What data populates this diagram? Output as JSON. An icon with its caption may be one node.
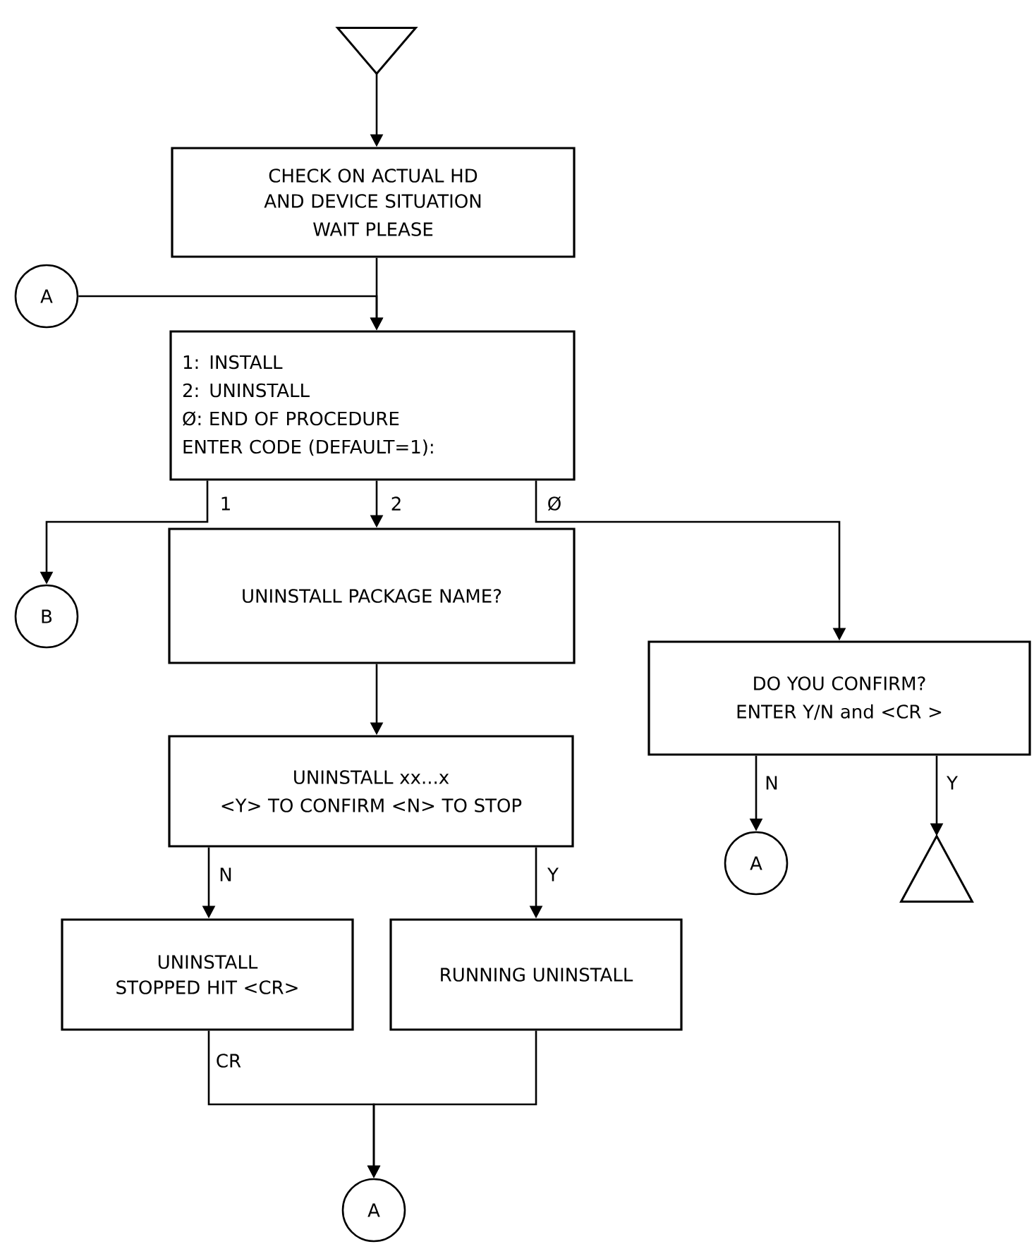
{
  "diagram": {
    "nodes": [
      {
        "text": [],
        "shape": "triangle"
      },
      {
        "text": [
          "CHECK ON ACTUAL HD AND DEVICE SITUATION",
          "WAIT PLEASE"
        ]
      },
      {
        "text": [
          "A"
        ]
      },
      {
        "text": [
          "1: INSTALL",
          "2: UNINSTALL",
          "Ø: END OF PROCEDURE",
          "ENTER CODE (DEFAULT=1):"
        ]
      },
      {
        "text": [
          "B"
        ]
      },
      {
        "text": [
          "UNINSTALL PACKAGE NAME?"
        ]
      },
      {
        "text": [
          "DO YOU CONFIRM?",
          "ENTER Y/N and <CR >"
        ]
      },
      {
        "text": [
          "UNINSTALL xx...x",
          "<Y> TO CONFIRM <N> TO STOP"
        ]
      },
      {
        "text": [
          "A"
        ]
      },
      {
        "text": [],
        "shape": "triangle"
      },
      {
        "text": [
          "UNINSTALL STOPPED HIT <CR>"
        ]
      },
      {
        "text": [
          "RUNNING UNINSTALL"
        ]
      },
      {
        "text": [
          "A"
        ]
      }
    ],
    "edges": [
      {
        "from": 0,
        "to": 1,
        "arrow": "to"
      },
      {
        "from": 1,
        "to": 3,
        "arrow": "to"
      },
      {
        "from": 2,
        "to": 3,
        "arrow": "to"
      },
      {
        "from": 3,
        "to": 4,
        "arrow": "to",
        "label": "1"
      },
      {
        "from": 3,
        "to": 5,
        "arrow": "to",
        "label": "2"
      },
      {
        "from": 3,
        "to": 6,
        "arrow": "to",
        "label": "Ø"
      },
      {
        "from": 5,
        "to": 7,
        "arrow": "to"
      },
      {
        "from": 7,
        "to": 10,
        "arrow": "to",
        "label": "N"
      },
      {
        "from": 7,
        "to": 11,
        "arrow": "to",
        "label": "Y"
      },
      {
        "from": 6,
        "to": 8,
        "arrow": "to",
        "label": "N"
      },
      {
        "from": 6,
        "to": 9,
        "arrow": "to",
        "label": "Y"
      },
      {
        "from": 10,
        "to": 12,
        "arrow": "to",
        "label": "CR"
      },
      {
        "from": 11,
        "to": 12,
        "arrow": "to"
      }
    ]
  }
}
